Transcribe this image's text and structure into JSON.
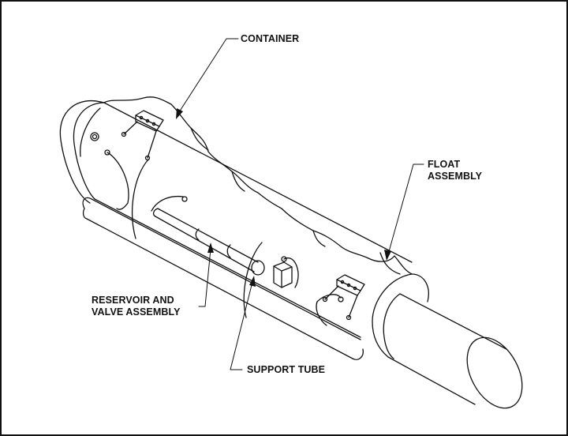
{
  "figure": {
    "subject": "float and container assembly",
    "labels": {
      "container": "CONTAINER",
      "float_assembly_line1": "FLOAT",
      "float_assembly_line2": "ASSEMBLY",
      "reservoir_line1": "RESERVOIR AND",
      "reservoir_line2": "VALVE ASSEMBLY",
      "support_tube": "SUPPORT TUBE"
    }
  }
}
